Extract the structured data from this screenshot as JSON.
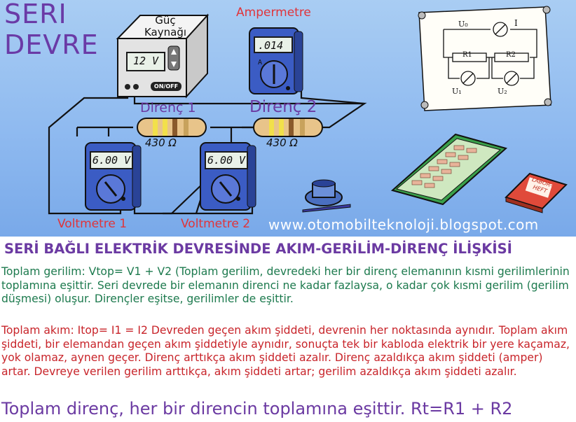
{
  "title": {
    "line1": "SERI",
    "line2": "DEVRE"
  },
  "labels": {
    "power_supply": "Güç\nKaynağı",
    "power_line1": "Güç",
    "power_line2": "Kaynağı",
    "ammeter": "Ampermetre",
    "resistor1": "Direnç 1",
    "resistor2": "Direnç 2",
    "voltmeter1": "Voltmetre 1",
    "voltmeter2": "Voltmetre 2",
    "notebook": "LABOR-\nHEFT",
    "notebook_l1": "LABOR-",
    "notebook_l2": "HEFT"
  },
  "displays": {
    "supply": "12 V",
    "ammeter_value": ".014",
    "ammeter_unit": "A",
    "voltmeter1": "6.00 V",
    "voltmeter2": "6.00 V",
    "supply_button": "ON/OFF"
  },
  "resistor_values": {
    "r1": "430 Ω",
    "r2": "430 Ω"
  },
  "schematic": {
    "u0": "U₀",
    "i": "I",
    "r1": "R1",
    "r2": "R2",
    "u1": "U₁",
    "u2": "U₂"
  },
  "url": "www.otomobilteknoloji.blogspot.com",
  "heading": "SERİ BAĞLI ELEKTRİK DEVRESİNDE AKIM-GERİLİM-DİRENÇ İLİŞKİSİ",
  "para_voltage": "Toplam gerilim: Vtop= V1 + V2 (Toplam gerilim, devredeki her bir direnç elemanının kısmi gerilimlerinin toplamına eşittir. Seri devrede bir elemanın direnci ne kadar fazlaysa, o kadar çok kısmi gerilim (gerilim düşmesi) oluşur. Dirençler eşitse, gerilimler de eşittir.",
  "para_current": "Toplam akım: Itop= I1 = I2 Devreden geçen akım şiddeti, devrenin her noktasında aynıdır. Toplam akım şiddeti, bir elemandan geçen akım şiddetiyle aynıdır, sonuçta tek bir kabloda elektrik bir yere kaçamaz, yok olamaz, aynen geçer. Direnç arttıkça akım şiddeti azalır. Direnç azaldıkça akım şiddeti (amper) artar. Devreye verilen gerilim arttıkça, akım şiddeti artar; gerilim azaldıkça akım şiddeti azalır.",
  "final": "Toplam direnç, her bir direncin toplamına eşittir. Rt=R1 + R2",
  "colors": {
    "title": "#6b3aa2",
    "label_red": "#e0343a",
    "para_green": "#1d7a4e",
    "para_red": "#c8242a",
    "meter_blue": "#3b5cc4"
  }
}
